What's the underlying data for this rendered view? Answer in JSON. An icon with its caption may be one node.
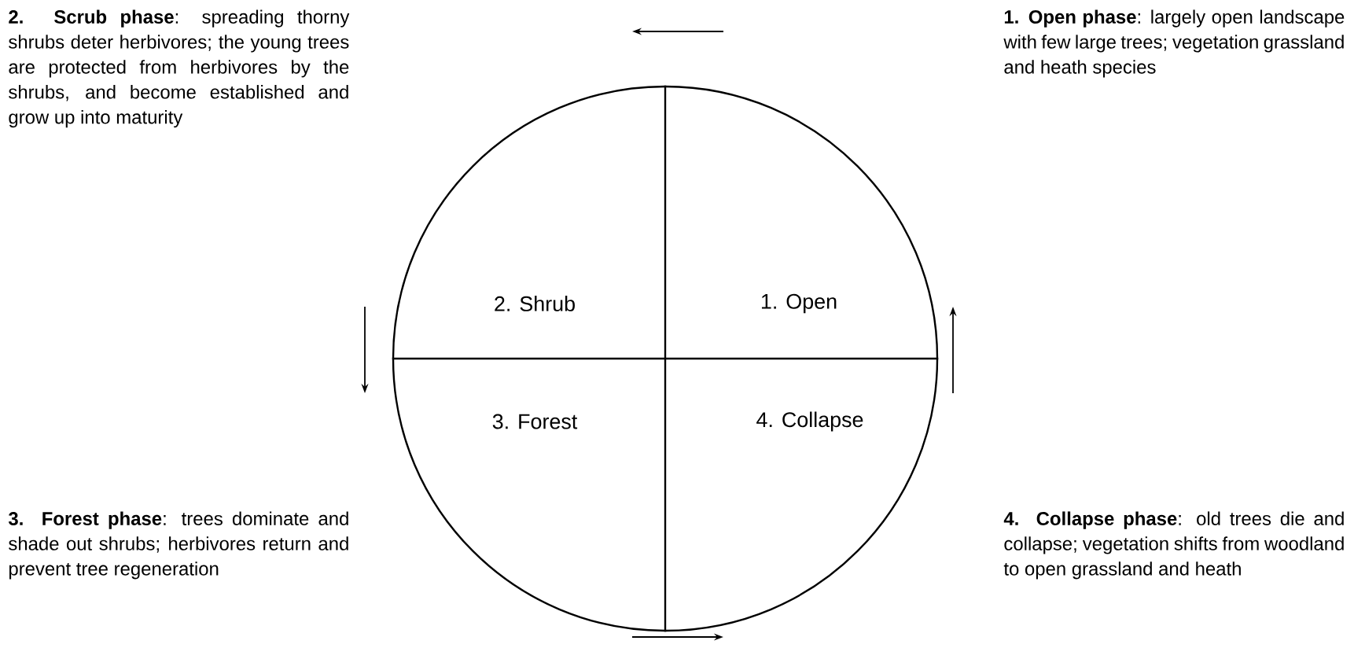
{
  "diagram": {
    "nodes": [
      {
        "text": [],
        "shape": "circle"
      },
      {
        "text": [
          "1. Open"
        ],
        "in": 0
      },
      {
        "text": [
          "2. Shrub"
        ],
        "in": 0
      },
      {
        "text": [
          "3. Forest"
        ],
        "in": 0
      },
      {
        "text": [
          "4. Collapse"
        ],
        "in": 0
      },
      {
        "text": [
          "**1. Open phase**: largely open landscape with few large trees; vegetation grassland and heath species"
        ]
      },
      {
        "text": [
          "**2. Scrub phase**: spreading thorny shrubs deter herbivores; the young trees are protected from herbivores by the shrubs, and become established and grow up into maturity"
        ]
      },
      {
        "text": [
          "**3. Forest phase**: trees dominate and shade out shrubs; herbivores return and prevent tree regeneration"
        ]
      },
      {
        "text": [
          "**4. Collapse phase**: old trees die and collapse; vegetation shifts from woodland to open grassland and heath"
        ]
      }
    ]
  }
}
